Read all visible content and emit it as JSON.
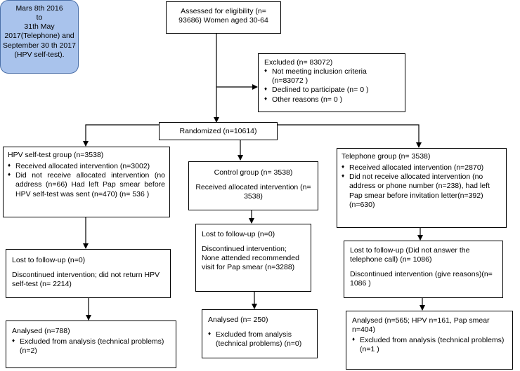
{
  "date_box": {
    "lines": [
      "Mars 8th 2016",
      "to",
      "31th May",
      "2017(Telephone) and",
      "September 30 th 2017",
      "(HPV self-test)."
    ]
  },
  "assessed": {
    "text": "Assessed for eligibility (n= 93686) Women aged 30-64"
  },
  "excluded": {
    "title": "Excluded (n= 83072)",
    "items": [
      "Not meeting inclusion criteria (n=83072 )",
      "Declined to participate (n= 0 )",
      "Other reasons (n= 0 )"
    ]
  },
  "randomized": {
    "text": "Randomized (n=10614)"
  },
  "hpv_group": {
    "title": "HPV self-test group (n=3538)",
    "items": [
      "Received allocated intervention (n=3002)",
      "Did not receive allocated intervention (no address (n=66) Had left Pap smear before HPV self-test was sent (n=470) (n= 536 )"
    ]
  },
  "control_group": {
    "title": "Control group (n= 3538)",
    "received": "Received allocated intervention (n= 3538)"
  },
  "telephone_group": {
    "title": "Telephone group (n= 3538)",
    "items": [
      "Received allocated intervention (n=2870)",
      "Did not receive allocated intervention (no address or phone number (n=238), had left Pap smear before invitation letter(n=392) (n=630)"
    ]
  },
  "hpv_followup": {
    "lost": "Lost to follow-up (n=0)",
    "discontinued": "Discontinued intervention; did not return HPV self-test (n= 2214)"
  },
  "control_followup": {
    "lost": "Lost to follow-up (n=0)",
    "discontinued": "Discontinued intervention; None attended recommended visit for Pap smear (n=3288)"
  },
  "telephone_followup": {
    "lost": "Lost to follow-up (Did not answer the telephone call) (n= 1086)",
    "discontinued": "Discontinued intervention (give reasons)(n= 1086 )"
  },
  "hpv_analysed": {
    "analysed": "Analysed (n=788)",
    "excluded": "Excluded from analysis (technical problems) (n=2)"
  },
  "control_analysed": {
    "analysed": "Analysed (n= 250)",
    "excluded": "Excluded from analysis (technical problems) (n=0)"
  },
  "telephone_analysed": {
    "analysed": "Analysed (n=565; HPV n=161, Pap smear n=404)",
    "excluded": "Excluded from analysis (technical problems) (n=1 )"
  }
}
